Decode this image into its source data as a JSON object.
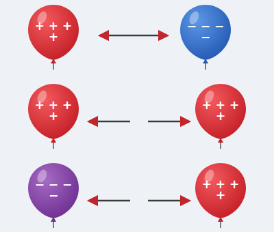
{
  "diagram": {
    "nodes": [
      {
        "text": [
          "+ + + +"
        ]
      },
      {
        "text": [
          "− − − −"
        ]
      },
      {
        "text": [
          "+ + + +"
        ]
      },
      {
        "text": [
          "+ + + +"
        ]
      },
      {
        "text": [
          "− − − −"
        ]
      },
      {
        "text": [
          "+ + + +"
        ]
      }
    ],
    "edges": [
      {
        "from": 0,
        "to": 1,
        "arrow": "both"
      },
      {
        "from": 2,
        "to": 3,
        "arrow": "both"
      },
      {
        "from": 4,
        "to": 5,
        "arrow": "both"
      }
    ]
  }
}
